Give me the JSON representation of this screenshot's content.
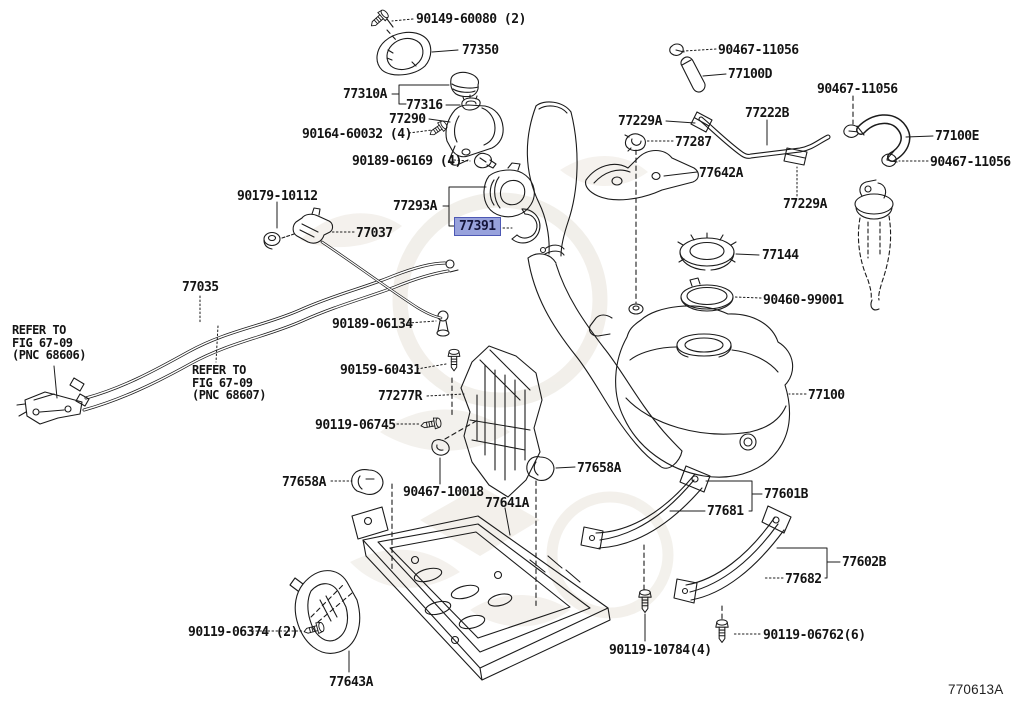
{
  "diagram": {
    "code": "770613A",
    "selected_part": "77391",
    "colors": {
      "highlight_fill": "#98a2dc",
      "highlight_border": "#4d58b4",
      "line_color": "#1b1b1b",
      "background": "#ffffff"
    },
    "labels": {
      "p90149_60080": "90149-60080 (2)",
      "p77350": "77350",
      "p77310a": "77310A",
      "p77316": "77316",
      "p77290": "77290",
      "p90164_60032": "90164-60032 (4)",
      "p90189_06169": "90189-06169 (4)",
      "p90179_10112": "90179-10112",
      "p77037": "77037",
      "p77293a": "77293A",
      "p77391": "77391",
      "p77035": "77035",
      "p90189_06134": "90189-06134",
      "p90159_60431": "90159-60431",
      "p77277r": "77277R",
      "p90119_06745": "90119-06745",
      "p77658a_left": "77658A",
      "p90467_10018": "90467-10018",
      "p77641a": "77641A",
      "p77658a_right": "77658A",
      "p77601b": "77601B",
      "p77681": "77681",
      "p77602b": "77602B",
      "p77682": "77682",
      "p90119_10784": "90119-10784(4)",
      "p90119_06762": "90119-06762(6)",
      "p90119_06374": "90119-06374 (2)",
      "p77643a": "77643A",
      "p90467_11056_top": "90467-11056",
      "p77100d": "77100D",
      "p90467_11056_mid": "90467-11056",
      "p77229a_upper": "77229A",
      "p77222b": "77222B",
      "p77287": "77287",
      "p77642a": "77642A",
      "p77229a_lower": "77229A",
      "p77100e": "77100E",
      "p90467_11056_right": "90467-11056",
      "p77144": "77144",
      "p90460_99001": "90460-99001",
      "p77100": "77100"
    },
    "notes": {
      "left": "REFER TO\nFIG 67-09\n(PNC 68606)",
      "middle": "REFER TO\nFIG 67-09\n(PNC 68607)"
    }
  }
}
